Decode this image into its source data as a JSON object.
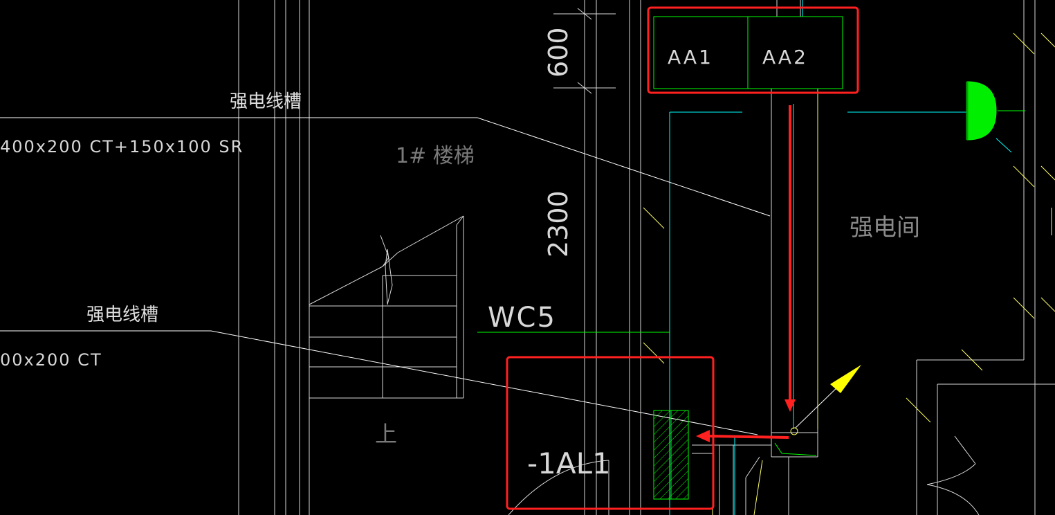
{
  "labels": {
    "trunking_top_title": "强电线槽",
    "trunking_top_spec": "400x200 CT+150x100 SR",
    "trunking_bottom_title": "强电线槽",
    "trunking_bottom_spec": "00x200 CT",
    "stair_name": "1# 楼梯",
    "stair_up": "上",
    "room_name": "强电间",
    "dim_top": "600",
    "dim_side": "2300",
    "circuit": "WC5",
    "panel_aa1": "AA1",
    "panel_aa2": "AA2",
    "panel_1al1": "-1AL1"
  },
  "colors": {
    "background": "#000000",
    "linework": "#ffffff",
    "wall": "#ffff66",
    "cyan": "#00ffff",
    "green": "#00ff00",
    "highlight_red": "#ff2020",
    "text": "#d8d8d8",
    "yellow_arrow": "#ffff00"
  }
}
